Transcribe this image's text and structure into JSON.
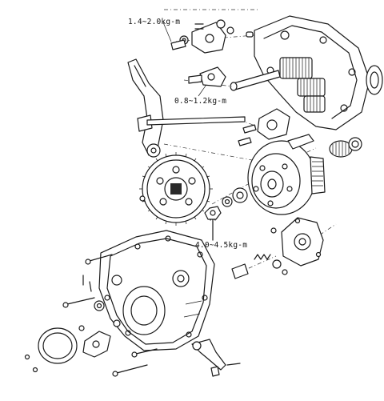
{
  "diagram": {
    "torque_labels": [
      {
        "text": "1.4~2.0kg-m"
      },
      {
        "text": "0.8~1.2kg-m"
      },
      {
        "text": "4.0~4.5kg-m"
      }
    ]
  }
}
